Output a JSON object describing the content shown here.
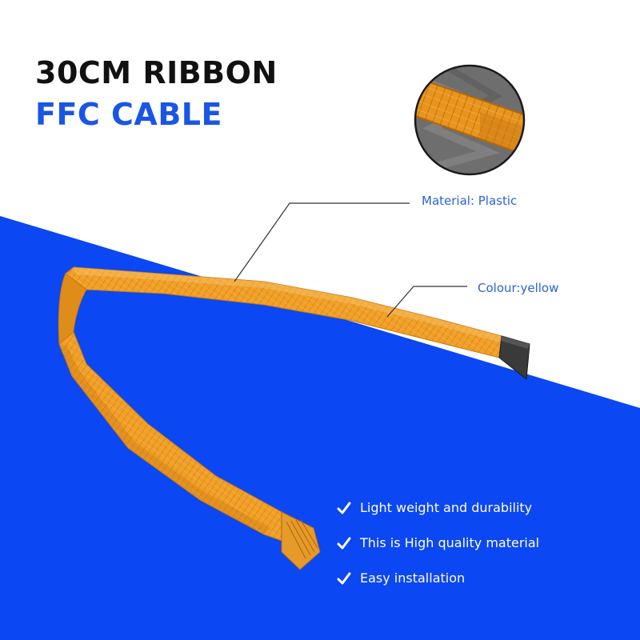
{
  "title": {
    "line1": "30CM RIBBON",
    "line2": "FFC CABLE"
  },
  "callouts": {
    "material": "Material: Plastic",
    "colour": "Colour:yellow"
  },
  "features": [
    "Light weight and durability",
    "This is High quality material",
    "Easy installation"
  ],
  "icons": {
    "feature_bullet": "check-icon"
  },
  "colors": {
    "background": "#ffffff",
    "band_blue": "#0b47f2",
    "title_black": "#111111",
    "title_blue": "#1a55e6",
    "callout_text": "#2c63d6",
    "cable_orange": "#f0a028",
    "connector": "#3a3a3a",
    "feature_text": "#ffffff"
  }
}
